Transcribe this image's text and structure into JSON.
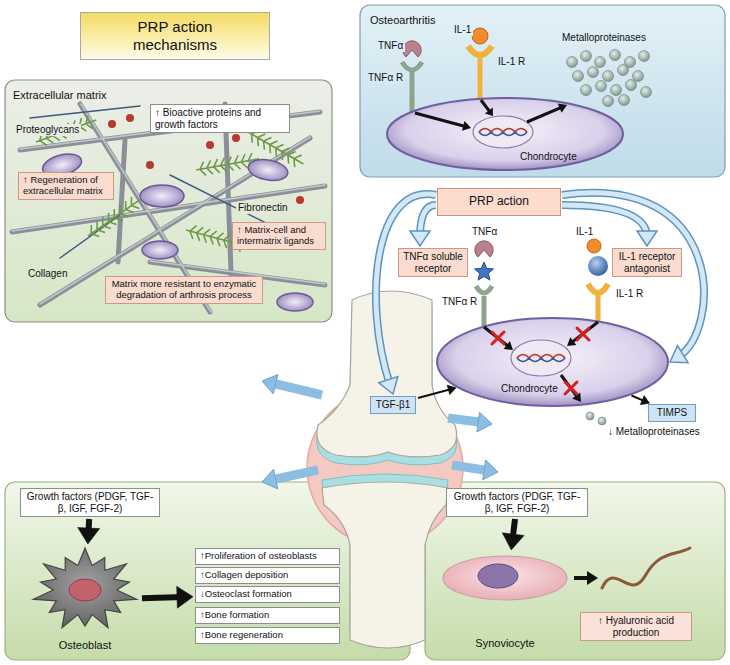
{
  "diagram": {
    "title": "PRP action mechanisms",
    "nodes": [
      {
        "text": [
          "Extracellular matrix"
        ]
      },
      {
        "text": [
          "↑ Bioactive proteins and growth factors"
        ],
        "in": 0
      },
      {
        "text": [
          "↑ Regeneration of extracellular matrix"
        ],
        "in": 0
      },
      {
        "text": [
          "↑ Matrix-cell and intermatrix ligands"
        ],
        "in": 0
      },
      {
        "text": [
          "Matrix more resistant to enzymatic degradation of arthrosis process"
        ],
        "in": 0
      },
      {
        "text": [
          "Osteoarthritis"
        ]
      },
      {
        "text": [
          "Chondrocyte"
        ],
        "in": 5
      },
      {
        "text": [
          "PRP action"
        ]
      },
      {
        "text": [
          "TNFα soluble receptor"
        ]
      },
      {
        "text": [
          "IL-1 receptor antagonist"
        ]
      },
      {
        "text": [
          "Chondrocyte"
        ]
      },
      {
        "text": [
          "TGF-β1"
        ]
      },
      {
        "text": [
          "TIMPS"
        ]
      },
      {
        "text": [
          "Growth factors (PDGF, TGF-β, IGF, FGF-2)"
        ]
      },
      {
        "text": [
          "Osteoblast"
        ]
      },
      {
        "text": [
          "↑Proliferation of osteoblasts"
        ]
      },
      {
        "text": [
          "↑Collagen deposition"
        ]
      },
      {
        "text": [
          "↓Osteoclast formation"
        ]
      },
      {
        "text": [
          "↑Bone formation"
        ]
      },
      {
        "text": [
          "↑Bone regeneration"
        ]
      },
      {
        "text": [
          "Growth factors (PDGF, TGF-β, IGF, FGF-2)"
        ]
      },
      {
        "text": [
          "Synoviocyte"
        ]
      },
      {
        "text": [
          "↑ Hyaluronic acid production"
        ]
      }
    ],
    "edges": [
      {
        "from": 7,
        "to": 8,
        "arrow": "to"
      },
      {
        "from": 7,
        "to": 9,
        "arrow": "to"
      },
      {
        "from": 7,
        "to": 11,
        "arrow": "to"
      },
      {
        "from": 7,
        "to": 10,
        "arrow": "to"
      },
      {
        "from": 11,
        "to": 10,
        "arrow": "to"
      },
      {
        "from": 10,
        "to": 12,
        "arrow": "to"
      },
      {
        "from": 13,
        "to": 14,
        "arrow": "to"
      },
      {
        "from": 14,
        "to": 17,
        "arrow": "to"
      },
      {
        "from": 20,
        "to": 21,
        "arrow": "to"
      }
    ],
    "labels": [
      "Proteoglycans",
      "Fibronectin",
      "Collagen",
      "TNFα",
      "IL-1",
      "TNFα R",
      "IL-1 R",
      "Metalloproteinases",
      "TNFα",
      "IL-1",
      "TNFα R",
      "IL-1 R",
      "↓ Metalloproteinases"
    ]
  }
}
